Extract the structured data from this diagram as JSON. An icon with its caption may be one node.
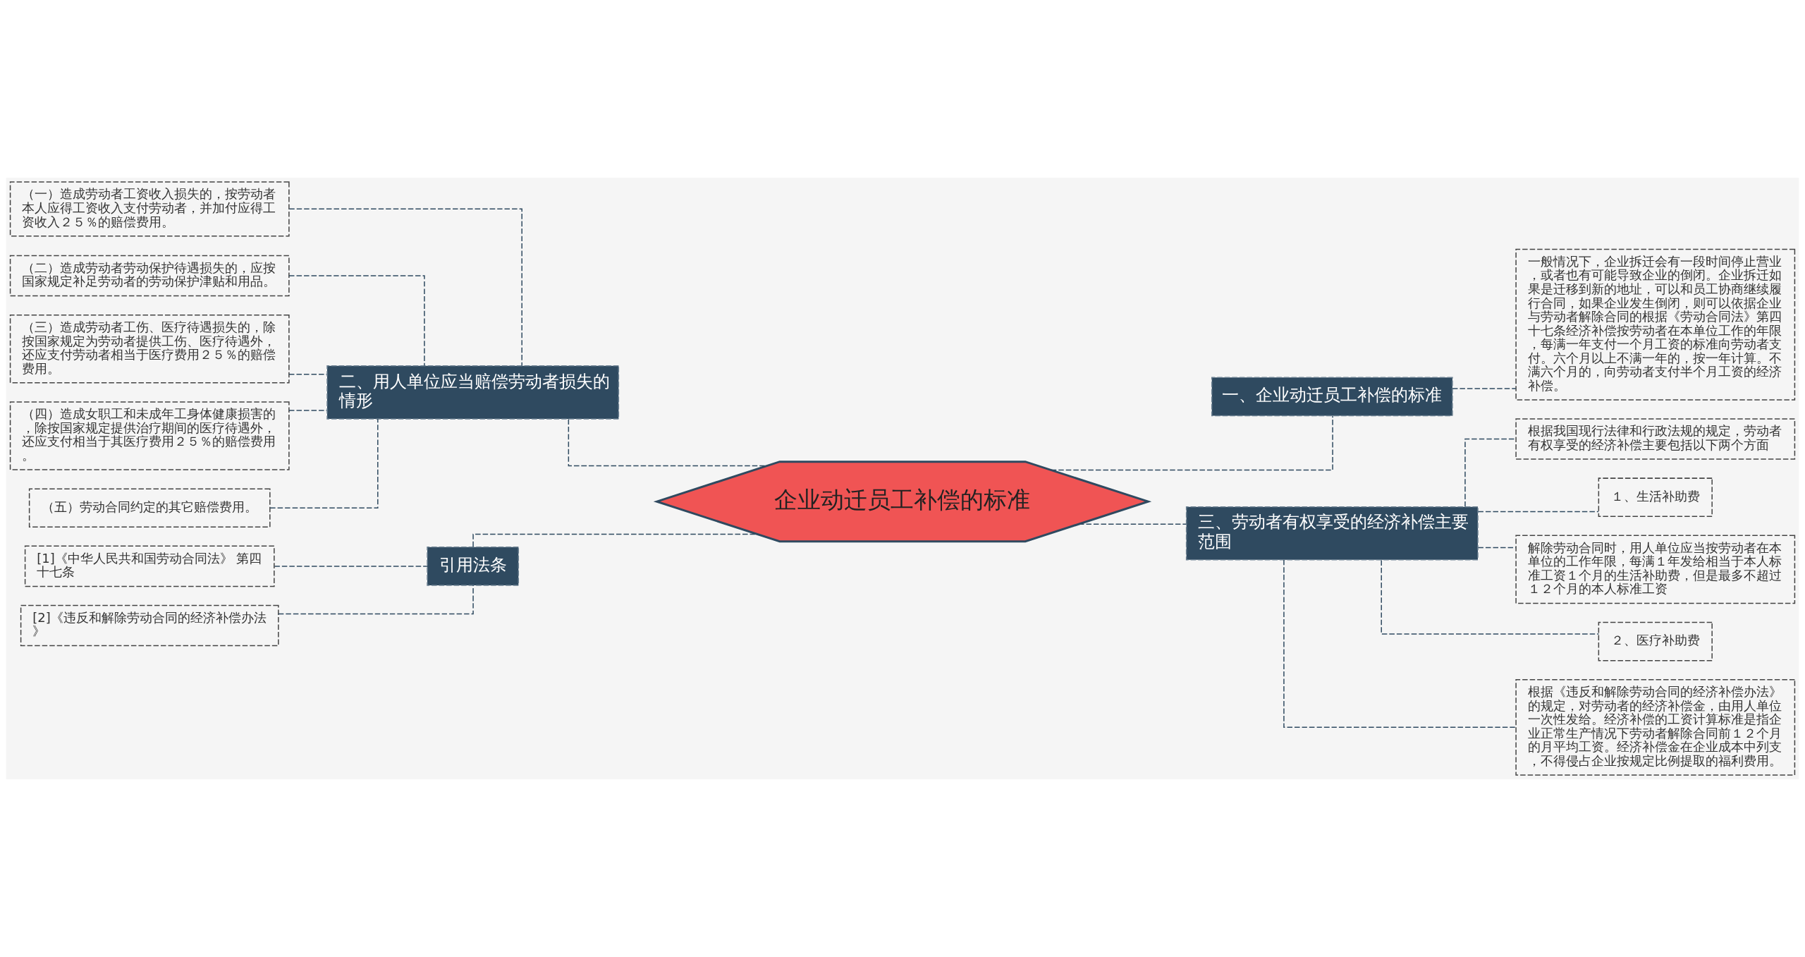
{
  "diagram": {
    "nodes": [
      {
        "text": [
          "企业动迁员工补偿的标准"
        ]
      },
      {
        "text": [
          "二、用人单位应当赔偿劳动者损失的情形"
        ]
      },
      {
        "text": [
          "（一）造成劳动者工资收入损失的，按劳动者本人应得工资收入支付劳动者，并加付应得工资收入２５％的赔偿费用。"
        ]
      },
      {
        "text": [
          "（二）造成劳动者劳动保护待遇损失的，应按国家规定补足劳动者的劳动保护津贴和用品。"
        ]
      },
      {
        "text": [
          "（三）造成劳动者工伤、医疗待遇损失的，除按国家规定为劳动者提供工伤、医疗待遇外，还应支付劳动者相当于医疗费用２５％的赔偿费用。"
        ]
      },
      {
        "text": [
          "（四）造成女职工和未成年工身体健康损害的，除按国家规定提供治疗期间的医疗待遇外，还应支付相当于其医疗费用２５％的赔偿费用。"
        ]
      },
      {
        "text": [
          "（五）劳动合同约定的其它赔偿费用。"
        ]
      },
      {
        "text": [
          "引用法条"
        ]
      },
      {
        "text": [
          "[1]《中华人民共和国劳动合同法》 第四十七条"
        ]
      },
      {
        "text": [
          "[2]《违反和解除劳动合同的经济补偿办法》"
        ]
      },
      {
        "text": [
          "一、企业动迁员工补偿的标准"
        ]
      },
      {
        "text": [
          "一般情况下，企业拆迁会有一段时间停止营业，或者也有可能导致企业的倒闭。企业拆迁如果是迁移到新的地址，可以和员工协商继续履行合同，如果企业发生倒闭，则可以依据企业与劳动者解除合同的根据《劳动合同法》第四十七条经济补偿按劳动者在本单位工作的年限，每满一年支付一个月工资的标准向劳动者支付。六个月以上不满一年的，按一年计算。不满六个月的，向劳动者支付半个月工资的经济补偿。"
        ]
      },
      {
        "text": [
          "三、劳动者有权享受的经济补偿主要范围"
        ]
      },
      {
        "text": [
          "根据我国现行法律和行政法规的规定，劳动者有权享受的经济补偿主要包括以下两个方面"
        ]
      },
      {
        "text": [
          "１、生活补助费"
        ]
      },
      {
        "text": [
          "解除劳动合同时，用人单位应当按劳动者在本单位的工作年限，每满１年发给相当于本人标准工资１个月的生活补助费，但是最多不超过１２个月的本人标准工资"
        ]
      },
      {
        "text": [
          "２、医疗补助费"
        ]
      },
      {
        "text": [
          "根据《违反和解除劳动合同的经济补偿办法》的规定，对劳动者的经济补偿金，由用人单位一次性发给。经济补偿的工资计算标准是指企业正常生产情况下劳动者解除合同前１２个月的月平均工资。经济补偿金在企业成本中列支，不得侵占企业按规定比例提取的福利费用。"
        ]
      }
    ],
    "edges": [
      {
        "from": 0,
        "to": 1,
        "arrow": "none",
        "style": "dashed"
      },
      {
        "from": 1,
        "to": 2,
        "arrow": "none",
        "style": "dashed"
      },
      {
        "from": 1,
        "to": 3,
        "arrow": "none",
        "style": "dashed"
      },
      {
        "from": 1,
        "to": 4,
        "arrow": "none",
        "style": "dashed"
      },
      {
        "from": 1,
        "to": 5,
        "arrow": "none",
        "style": "dashed"
      },
      {
        "from": 1,
        "to": 6,
        "arrow": "none",
        "style": "dashed"
      },
      {
        "from": 0,
        "to": 7,
        "arrow": "none",
        "style": "dashed"
      },
      {
        "from": 7,
        "to": 8,
        "arrow": "none",
        "style": "dashed"
      },
      {
        "from": 7,
        "to": 9,
        "arrow": "none",
        "style": "dashed"
      },
      {
        "from": 0,
        "to": 10,
        "arrow": "none",
        "style": "dashed"
      },
      {
        "from": 10,
        "to": 11,
        "arrow": "none",
        "style": "dashed"
      },
      {
        "from": 0,
        "to": 12,
        "arrow": "none",
        "style": "dashed"
      },
      {
        "from": 12,
        "to": 13,
        "arrow": "none",
        "style": "dashed"
      },
      {
        "from": 12,
        "to": 14,
        "arrow": "none",
        "style": "dashed"
      },
      {
        "from": 12,
        "to": 15,
        "arrow": "none",
        "style": "dashed"
      },
      {
        "from": 12,
        "to": 16,
        "arrow": "none",
        "style": "dashed"
      },
      {
        "from": 12,
        "to": 17,
        "arrow": "none",
        "style": "dashed"
      }
    ]
  }
}
